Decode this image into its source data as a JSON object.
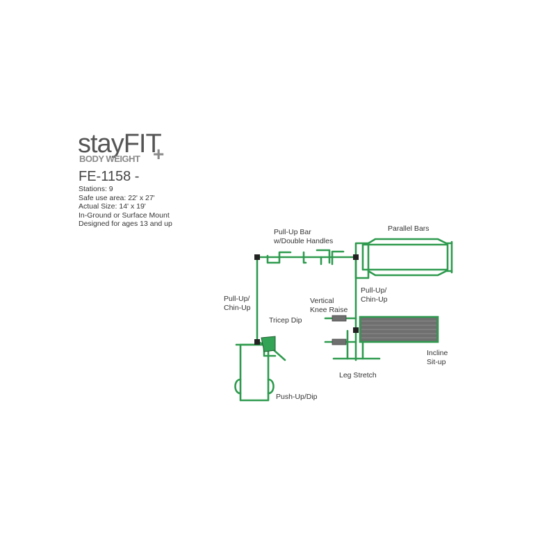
{
  "brand": {
    "name_prefix": "stay",
    "name_suffix": "FIT",
    "subtitle": "BODY WEIGHT",
    "plus": "+"
  },
  "product": {
    "model": "FE-1158 -",
    "specs": [
      "Stations: 9",
      "Safe use area: 22' x 27'",
      "Actual Size: 14' x 19'",
      "In-Ground or Surface Mount",
      "Designed for ages 13 and up"
    ]
  },
  "stations": {
    "pullup_bar": [
      "Pull-Up Bar",
      "w/Double Handles"
    ],
    "parallel_bars": "Parallel Bars",
    "pullup_left": [
      "Pull-Up/",
      "Chin-Up"
    ],
    "pullup_right": [
      "Pull-Up/",
      "Chin-Up"
    ],
    "vertical_knee_raise": [
      "Vertical",
      "Knee Raise"
    ],
    "tricep_dip": "Tricep Dip",
    "incline_situp": [
      "Incline",
      "Sit-up"
    ],
    "leg_stretch": "Leg Stretch",
    "pushup_dip": "Push-Up/Dip"
  },
  "colors": {
    "frame_green": "#2e9a4e",
    "frame_dark": "#1f5e30",
    "bench_gray": "#6f6f6f",
    "post_cap": "#222222"
  }
}
